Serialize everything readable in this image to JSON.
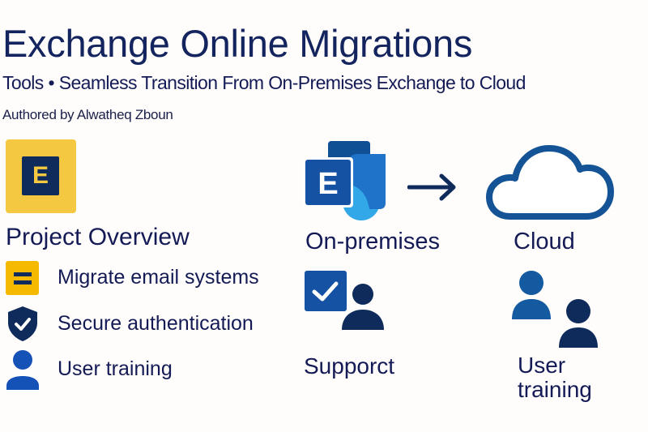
{
  "header": {
    "title": "Exchange Online Migrations",
    "subtitle": "Tools • Seamless Transition From On-Premises Exchange to Cloud",
    "author": "Authored by Alwatheq Zboun"
  },
  "brand_tile": {
    "letter": "E",
    "icon": "exchange-e-icon",
    "bg_color": "#f5c842",
    "inner_color": "#0e2b5c"
  },
  "overview": {
    "title": "Project Overview",
    "items": [
      {
        "icon": "equals-icon",
        "label": "Migrate email systems"
      },
      {
        "icon": "shield-check-icon",
        "label": "Secure authentication"
      },
      {
        "icon": "user-icon",
        "label": "User training"
      }
    ]
  },
  "diagram": {
    "source": {
      "icon": "exchange-server-icon",
      "letter": "E",
      "label": "On-premises"
    },
    "arrow": {
      "icon": "arrow-right-icon"
    },
    "target": {
      "icon": "cloud-icon",
      "label": "Cloud"
    },
    "support": {
      "icon": "checkbox-user-icon",
      "label": "Supporct"
    },
    "training": {
      "icon": "users-icon",
      "label_line1": "User",
      "label_line2": "training"
    }
  },
  "colors": {
    "title": "#13245e",
    "text": "#141a55",
    "accent_yellow": "#f5c842",
    "navy": "#0e2b5c",
    "blue": "#1552a3",
    "mid_blue": "#1f6fc5",
    "light_blue": "#32a8e8",
    "background": "#fefdfb"
  }
}
